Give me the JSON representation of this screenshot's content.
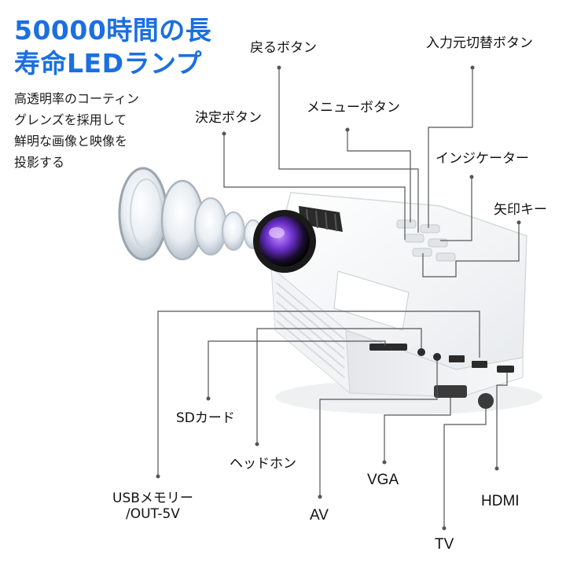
{
  "headline": {
    "line1": "50000時間の長",
    "line2": "寿命LEDランプ"
  },
  "description": {
    "line1": "高透明率のコーティン",
    "line2": "グレンズを採用して",
    "line3": "鮮明な画像と映像を",
    "line4": "投影する"
  },
  "labels": {
    "back_button": "戻るボタン",
    "input_switch_button": "入力元切替ボタン",
    "menu_button": "メニューボタン",
    "ok_button": "決定ボタン",
    "indicator": "インジケーター",
    "arrow_keys": "矢印キー",
    "sd_card": "SDカード",
    "headphone": "ヘッドホン",
    "usb_line1": "USBメモリー",
    "usb_line2": "/OUT-5V",
    "vga": "VGA",
    "av": "AV",
    "hdmi": "HDMI",
    "tv": "TV"
  },
  "colors": {
    "headline": "#1b6fe0",
    "callout_line": "#555555",
    "lens_ring": "#7a3fd0"
  }
}
